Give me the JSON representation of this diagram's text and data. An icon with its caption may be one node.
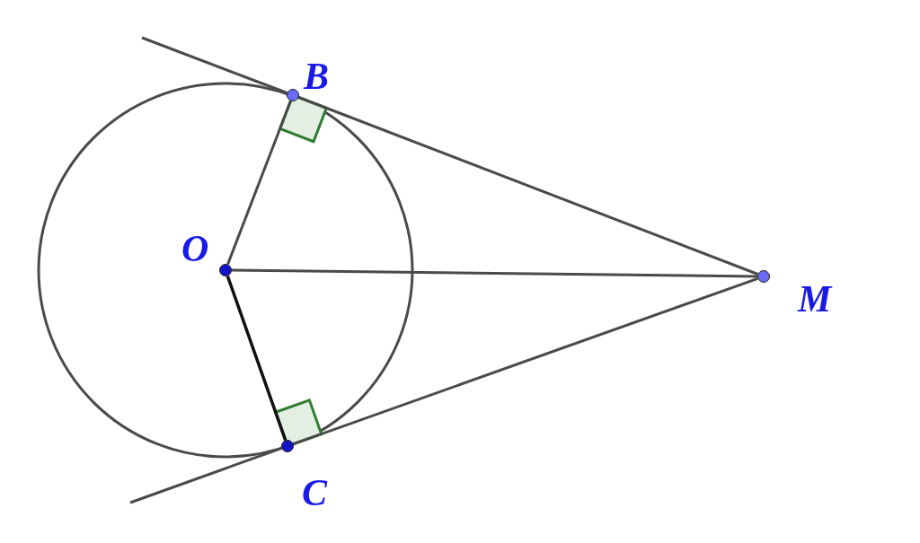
{
  "diagram": {
    "nodes": [
      {
        "text": [],
        "shape": "circle",
        "beside": [
          "B"
        ]
      },
      {
        "text": [],
        "shape": "circle",
        "beside": [
          "O"
        ]
      },
      {
        "text": [],
        "shape": "circle",
        "beside": [
          "M"
        ]
      },
      {
        "text": [],
        "shape": "circle",
        "beside": [
          "C"
        ]
      }
    ],
    "edges": [
      {
        "from": 1,
        "to": 0,
        "arrow": "none"
      },
      {
        "from": 1,
        "to": 2,
        "arrow": "none"
      },
      {
        "from": 1,
        "to": 3,
        "arrow": "none",
        "color": "#111111"
      },
      {
        "from": 2,
        "to": 0,
        "arrow": "none"
      },
      {
        "from": 2,
        "to": 3,
        "arrow": "none"
      }
    ]
  }
}
